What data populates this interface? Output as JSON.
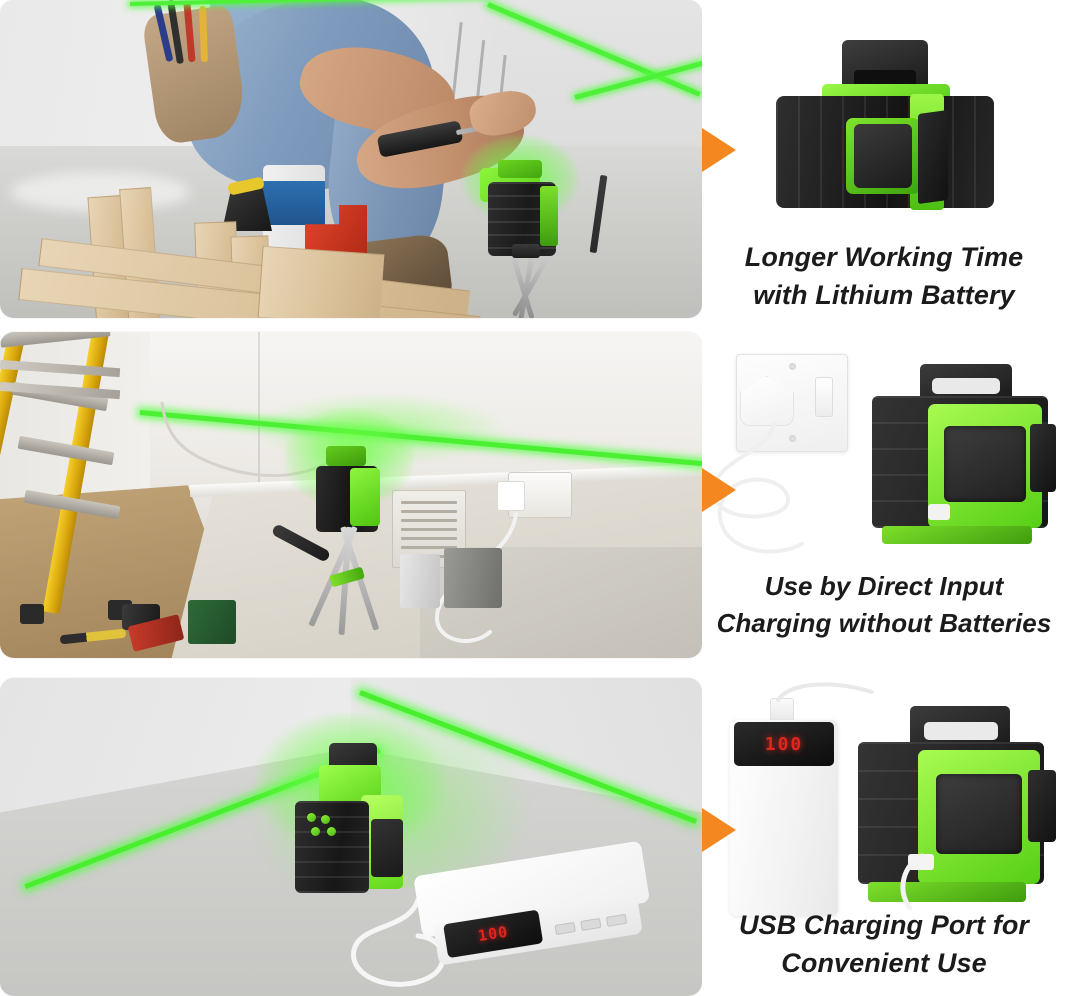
{
  "page": {
    "title": "Self Leveling Laser Level Product Features",
    "background_color": "#ffffff",
    "accent_arrow_color": "#F4871F",
    "laser_color": "#4CF033"
  },
  "panels": [
    {
      "id": "panel-1",
      "photo_alt": "Worker kneeling by a wall installing trim with a green cross line laser on a tripod",
      "arrow_icon": "right-triangle-arrow-icon",
      "product_alt": "Green and black 3D laser level with open lithium battery compartment door",
      "caption_lines": [
        "Longer Working Time",
        "with Lithium Battery"
      ],
      "caption_full": "Longer Working Time with Lithium Battery"
    },
    {
      "id": "panel-2",
      "photo_alt": "Room with yellow step ladder, laser level on tripod projecting a green level line, mains cable plugged into wall socket",
      "arrow_icon": "right-triangle-arrow-icon",
      "product_alt": "Wall socket with plug and cable feeding the laser level directly",
      "caption_lines": [
        "Use by Direct Input",
        "Charging without Batteries"
      ],
      "caption_full": "Use by Direct Input Charging without Batteries"
    },
    {
      "id": "panel-3",
      "photo_alt": "Room corner with green laser lines, laser level powered by a white power bank on the floor",
      "arrow_icon": "right-triangle-arrow-icon",
      "product_alt": "White power bank with red digital display connected by USB cable to the laser level",
      "caption_lines": [
        "USB Charging Port for",
        "Convenient Use"
      ],
      "caption_full": "USB Charging Port for Convenient Use",
      "power_bank_display": "100"
    }
  ]
}
